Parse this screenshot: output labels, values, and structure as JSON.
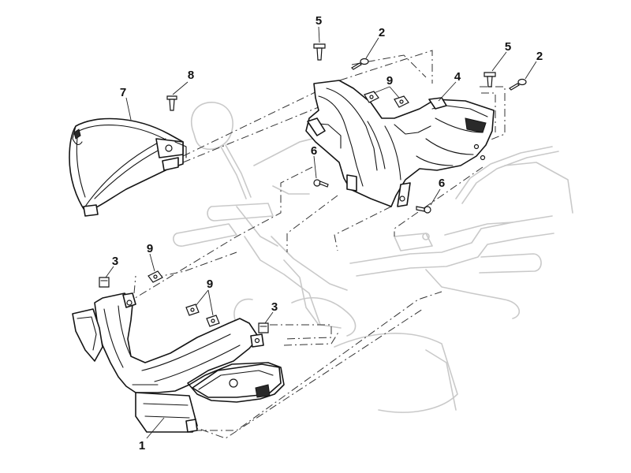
{
  "diagram": {
    "callouts": [
      {
        "label": "1",
        "part": "lower-front-cowl"
      },
      {
        "label": "2",
        "part": "screw"
      },
      {
        "label": "2",
        "part": "screw"
      },
      {
        "label": "3",
        "part": "clip-nut"
      },
      {
        "label": "3",
        "part": "clip-nut"
      },
      {
        "label": "4",
        "part": "handlebar-cover"
      },
      {
        "label": "5",
        "part": "bolt"
      },
      {
        "label": "5",
        "part": "bolt"
      },
      {
        "label": "6",
        "part": "screw"
      },
      {
        "label": "6",
        "part": "screw"
      },
      {
        "label": "7",
        "part": "windshield-cowl"
      },
      {
        "label": "8",
        "part": "bolt"
      },
      {
        "label": "9",
        "part": "nut"
      },
      {
        "label": "9",
        "part": "nut"
      },
      {
        "label": "9",
        "part": "nut"
      }
    ]
  }
}
